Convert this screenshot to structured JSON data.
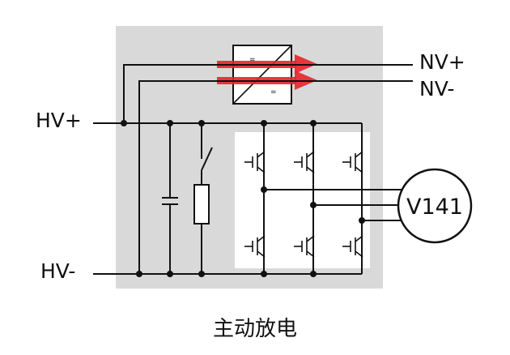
{
  "labels": {
    "hv_plus": "HV+",
    "hv_minus": "HV-",
    "nv_plus": "NV+",
    "nv_minus": "NV-",
    "motor": "V141",
    "caption": "主动放电"
  },
  "colors": {
    "panel": "#d9d9d9",
    "inverter_box": "#ffffff",
    "wire": "#111111",
    "energy_arrow": "#e8222a"
  }
}
